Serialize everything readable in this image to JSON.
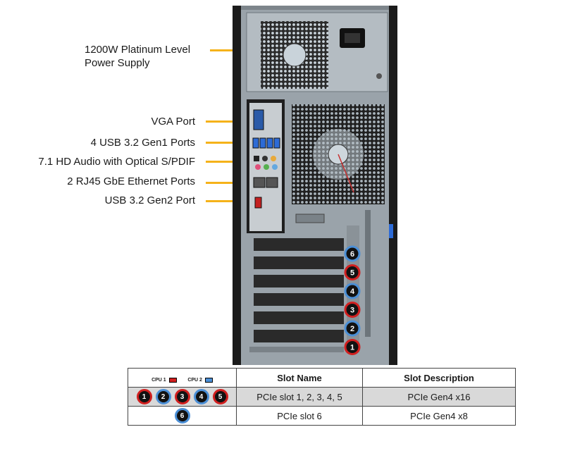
{
  "callouts": [
    {
      "id": "psu",
      "lines": [
        "1200W Platinum Level",
        "Power Supply"
      ]
    },
    {
      "id": "vga",
      "lines": [
        "VGA Port"
      ]
    },
    {
      "id": "usb32g1",
      "lines": [
        "4 USB 3.2 Gen1 Ports"
      ]
    },
    {
      "id": "audio",
      "lines": [
        "7.1 HD Audio with Optical S/PDIF"
      ]
    },
    {
      "id": "rj45",
      "lines": [
        "2 RJ45 GbE Ethernet Ports"
      ]
    },
    {
      "id": "usb32g2",
      "lines": [
        "USB 3.2 Gen2 Port"
      ]
    }
  ],
  "chassis_slot_badges": [
    {
      "num": "6",
      "cpu": "CPU 2"
    },
    {
      "num": "5",
      "cpu": "CPU 1"
    },
    {
      "num": "4",
      "cpu": "CPU 2"
    },
    {
      "num": "3",
      "cpu": "CPU 1"
    },
    {
      "num": "2",
      "cpu": "CPU 2"
    },
    {
      "num": "1",
      "cpu": "CPU 1"
    }
  ],
  "legend": {
    "cpu1": {
      "label": "CPU 1",
      "color": "#d11f1f"
    },
    "cpu2": {
      "label": "CPU 2",
      "color": "#4b8fd6"
    }
  },
  "table": {
    "headers": [
      "Slot Name",
      "Slot Description"
    ],
    "rows": [
      {
        "badges": [
          {
            "num": "1",
            "cpu": "CPU 1"
          },
          {
            "num": "2",
            "cpu": "CPU 2"
          },
          {
            "num": "3",
            "cpu": "CPU 1"
          },
          {
            "num": "4",
            "cpu": "CPU 2"
          },
          {
            "num": "5",
            "cpu": "CPU 1"
          }
        ],
        "name": "PCIe slot 1, 2, 3, 4, 5",
        "desc": "PCIe Gen4 x16"
      },
      {
        "badges": [
          {
            "num": "6",
            "cpu": "CPU 2"
          }
        ],
        "name": "PCIe slot 6",
        "desc": "PCIe Gen4 x8"
      }
    ]
  },
  "colors": {
    "callout_line": "#f5b21a"
  }
}
